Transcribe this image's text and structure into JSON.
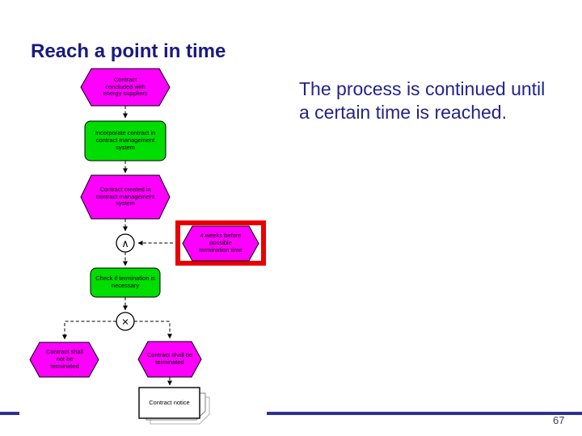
{
  "slide": {
    "title": "Reach a point in time",
    "body_text": "The process is continued until a certain time is reached.",
    "page_number": "67",
    "colors": {
      "title_text": "#1a1a80",
      "body_text": "#23238c",
      "accent_bar": "#2e3192",
      "event_fill": "#ff00ff",
      "function_fill": "#00dd00",
      "highlight_frame": "#e80000"
    }
  },
  "diagram": {
    "type": "epc-process-chain",
    "nodes": [
      {
        "id": "event-contract-concluded",
        "type": "event",
        "label": "Contract concluded with energy suppliers"
      },
      {
        "id": "function-incorporate-contract",
        "type": "function",
        "label": "Incorporate contract in contract management system"
      },
      {
        "id": "event-contract-created",
        "type": "event",
        "label": "Contract created in contract management system"
      },
      {
        "id": "connector-and",
        "type": "and-connector",
        "symbol": "∧"
      },
      {
        "id": "event-4-weeks-before",
        "type": "event",
        "label": "4 weeks before possible termination time",
        "highlighted": true
      },
      {
        "id": "function-check-termination",
        "type": "function",
        "label": "Check if termination is necessary"
      },
      {
        "id": "connector-xor",
        "type": "xor-connector",
        "symbol": "×"
      },
      {
        "id": "event-shall-not-be-terminated",
        "type": "event",
        "label": "Contract shall not be terminated"
      },
      {
        "id": "event-shall-be-terminated",
        "type": "event",
        "label": "Contract shall be terminated"
      },
      {
        "id": "document-contract-notice",
        "type": "document",
        "label": "Contract notice"
      }
    ],
    "edges": [
      {
        "from": "event-contract-concluded",
        "to": "function-incorporate-contract"
      },
      {
        "from": "function-incorporate-contract",
        "to": "event-contract-created"
      },
      {
        "from": "event-contract-created",
        "to": "connector-and"
      },
      {
        "from": "event-4-weeks-before",
        "to": "connector-and"
      },
      {
        "from": "connector-and",
        "to": "function-check-termination"
      },
      {
        "from": "function-check-termination",
        "to": "connector-xor"
      },
      {
        "from": "connector-xor",
        "to": "event-shall-not-be-terminated"
      },
      {
        "from": "connector-xor",
        "to": "event-shall-be-terminated"
      },
      {
        "from": "event-shall-be-terminated",
        "to": "document-contract-notice"
      }
    ]
  }
}
